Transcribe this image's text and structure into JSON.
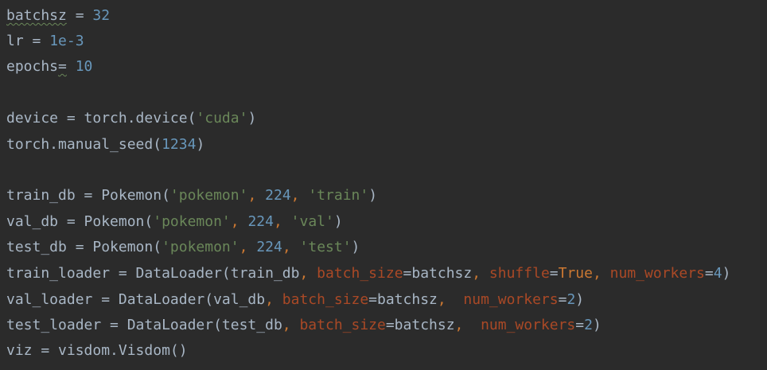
{
  "lines": [
    {
      "tokens": [
        {
          "text": "batchsz",
          "cls": "t-plain squiggle"
        },
        {
          "text": " = ",
          "cls": "t-plain"
        },
        {
          "text": "32",
          "cls": "t-num"
        }
      ]
    },
    {
      "tokens": [
        {
          "text": "lr = ",
          "cls": "t-plain"
        },
        {
          "text": "1e-3",
          "cls": "t-num"
        }
      ]
    },
    {
      "tokens": [
        {
          "text": "epochs",
          "cls": "t-plain"
        },
        {
          "text": "=",
          "cls": "t-plain squiggle"
        },
        {
          "text": " ",
          "cls": "t-plain"
        },
        {
          "text": "10",
          "cls": "t-num"
        }
      ]
    },
    {
      "tokens": []
    },
    {
      "tokens": [
        {
          "text": "device = torch.device(",
          "cls": "t-plain"
        },
        {
          "text": "'cuda'",
          "cls": "t-str"
        },
        {
          "text": ")",
          "cls": "t-plain"
        }
      ]
    },
    {
      "tokens": [
        {
          "text": "torch.manual_seed(",
          "cls": "t-plain"
        },
        {
          "text": "1234",
          "cls": "t-num"
        },
        {
          "text": ")",
          "cls": "t-plain"
        }
      ]
    },
    {
      "tokens": []
    },
    {
      "tokens": [
        {
          "text": "train_db = Pokemon(",
          "cls": "t-plain"
        },
        {
          "text": "'pokemon'",
          "cls": "t-str"
        },
        {
          "text": ", ",
          "cls": "t-kw"
        },
        {
          "text": "224",
          "cls": "t-num"
        },
        {
          "text": ", ",
          "cls": "t-kw"
        },
        {
          "text": "'train'",
          "cls": "t-str"
        },
        {
          "text": ")",
          "cls": "t-plain"
        }
      ]
    },
    {
      "tokens": [
        {
          "text": "val_db = Pokemon(",
          "cls": "t-plain"
        },
        {
          "text": "'pokemon'",
          "cls": "t-str"
        },
        {
          "text": ", ",
          "cls": "t-kw"
        },
        {
          "text": "224",
          "cls": "t-num"
        },
        {
          "text": ", ",
          "cls": "t-kw"
        },
        {
          "text": "'val'",
          "cls": "t-str"
        },
        {
          "text": ")",
          "cls": "t-plain"
        }
      ]
    },
    {
      "tokens": [
        {
          "text": "test_db = Pokemon(",
          "cls": "t-plain"
        },
        {
          "text": "'pokemon'",
          "cls": "t-str"
        },
        {
          "text": ", ",
          "cls": "t-kw"
        },
        {
          "text": "224",
          "cls": "t-num"
        },
        {
          "text": ", ",
          "cls": "t-kw"
        },
        {
          "text": "'test'",
          "cls": "t-str"
        },
        {
          "text": ")",
          "cls": "t-plain"
        }
      ]
    },
    {
      "tokens": [
        {
          "text": "train_loader = DataLoader(train_db",
          "cls": "t-plain"
        },
        {
          "text": ", ",
          "cls": "t-kw"
        },
        {
          "text": "batch_size",
          "cls": "t-param"
        },
        {
          "text": "=batchsz",
          "cls": "t-plain"
        },
        {
          "text": ", ",
          "cls": "t-kw"
        },
        {
          "text": "shuffle",
          "cls": "t-param"
        },
        {
          "text": "=",
          "cls": "t-plain"
        },
        {
          "text": "True",
          "cls": "t-kw"
        },
        {
          "text": ", ",
          "cls": "t-kw"
        },
        {
          "text": "num_workers",
          "cls": "t-param"
        },
        {
          "text": "=",
          "cls": "t-plain"
        },
        {
          "text": "4",
          "cls": "t-num"
        },
        {
          "text": ")",
          "cls": "t-plain"
        }
      ]
    },
    {
      "tokens": [
        {
          "text": "val_loader = DataLoader(val_db",
          "cls": "t-plain"
        },
        {
          "text": ", ",
          "cls": "t-kw"
        },
        {
          "text": "batch_size",
          "cls": "t-param"
        },
        {
          "text": "=batchsz",
          "cls": "t-plain"
        },
        {
          "text": ",  ",
          "cls": "t-kw"
        },
        {
          "text": "num_workers",
          "cls": "t-param"
        },
        {
          "text": "=",
          "cls": "t-plain"
        },
        {
          "text": "2",
          "cls": "t-num"
        },
        {
          "text": ")",
          "cls": "t-plain"
        }
      ]
    },
    {
      "tokens": [
        {
          "text": "test_loader = DataLoader(test_db",
          "cls": "t-plain"
        },
        {
          "text": ", ",
          "cls": "t-kw"
        },
        {
          "text": "batch_size",
          "cls": "t-param"
        },
        {
          "text": "=batchsz",
          "cls": "t-plain"
        },
        {
          "text": ",  ",
          "cls": "t-kw"
        },
        {
          "text": "num_workers",
          "cls": "t-param"
        },
        {
          "text": "=",
          "cls": "t-plain"
        },
        {
          "text": "2",
          "cls": "t-num"
        },
        {
          "text": ")",
          "cls": "t-plain"
        }
      ]
    },
    {
      "tokens": [
        {
          "text": "viz = visdom.Visdom()",
          "cls": "t-plain"
        }
      ]
    }
  ],
  "colors": {
    "background": "#2b2b2b",
    "plain": "#a9b7c6",
    "number": "#6897bb",
    "string": "#6a8759",
    "keyword": "#cc7832",
    "parameter": "#aa4926"
  }
}
